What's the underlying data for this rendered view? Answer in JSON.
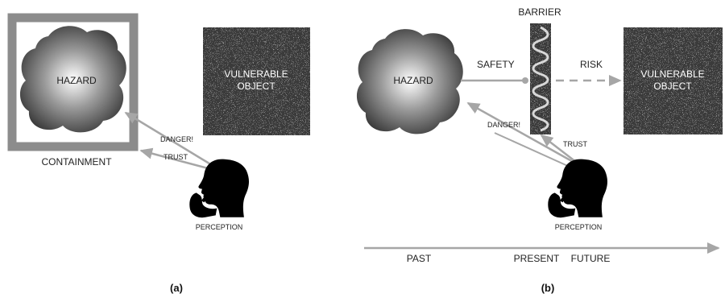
{
  "panel_a": {
    "hazard": "HAZARD",
    "vulnerable_line1": "VULNERABLE",
    "vulnerable_line2": "OBJECT",
    "containment": "CONTAINMENT",
    "danger": "DANGER!",
    "trust": "TRUST",
    "perception": "PERCEPTION",
    "caption": "(a)"
  },
  "panel_b": {
    "barrier": "BARRIER",
    "hazard": "HAZARD",
    "safety": "SAFETY",
    "risk": "RISK",
    "vulnerable_line1": "VULNERABLE",
    "vulnerable_line2": "OBJECT",
    "danger": "DANGER!",
    "trust": "TRUST",
    "perception": "PERCEPTION",
    "timeline": {
      "past": "PAST",
      "present": "PRESENT",
      "future": "FUTURE"
    },
    "caption": "(b)"
  },
  "colors": {
    "arrow": "#a6a6a6",
    "containment_frame": "#8c8c8c",
    "object_fill": "#3a3a3a",
    "silhouette": "#000000"
  }
}
